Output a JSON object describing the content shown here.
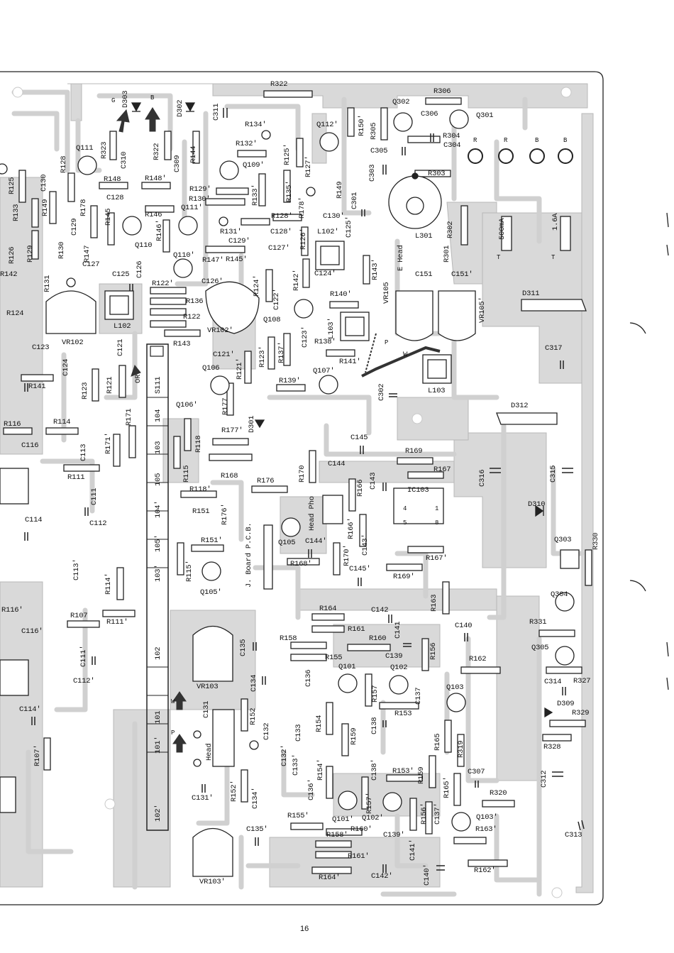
{
  "page": {
    "number": "16"
  },
  "colors": {
    "copper": "#d6d6d6",
    "trace_edge": "#b5b5b5",
    "ink": "#111111",
    "paper": "#ffffff"
  },
  "labels": {
    "R322": "R322",
    "R306": "R306",
    "Q302": "Q302",
    "C306": "C306",
    "Q301": "Q301",
    "R304": "R304",
    "C304": "C304",
    "R305": "R305",
    "R150p": "R150'",
    "C305": "C305",
    "R303": "R303",
    "C303": "C303",
    "D303": "D303",
    "D302": "D302",
    "G": "G",
    "B": "B",
    "C311": "C311",
    "R134p": "R134'",
    "Q112p": "Q112'",
    "R323": "R323",
    "Q111": "Q111",
    "C310": "C310",
    "R322b": "R322",
    "C309": "C309",
    "R144": "R144",
    "R132p": "R132'",
    "Q109p": "Q109'",
    "R125p": "R125'",
    "R127p": "R127'",
    "R128": "R128",
    "R148": "R148",
    "R148p": "R148'",
    "C128": "C128",
    "R129p": "R129'",
    "R130p": "R130'",
    "R133p": "R133'",
    "R135p": "R135'",
    "R149": "R149",
    "R146": "R146",
    "R146p": "R146'",
    "Q111p": "Q111'",
    "R128p": "R128'",
    "R178p": "R178'",
    "C130p": "C130'",
    "C301": "C301",
    "R131p": "R131'",
    "C129p": "C129'",
    "C128p": "C128'",
    "R126p": "R126'",
    "L102p": "L102'",
    "C125p": "C125'",
    "L301": "L301",
    "R302": "R302",
    "R301": "R301",
    "E_Head": "E Head",
    "I500mA": "500mA",
    "I16A": "1.6A",
    "T1": "T",
    "T2": "T",
    "R_1": "R",
    "R_2": "R",
    "B_1": "B",
    "B_2": "B",
    "R125": "R125",
    "C130": "C130",
    "R133": "R133",
    "R149b": "R149",
    "R178": "R178",
    "C129": "C129",
    "R145": "R145",
    "Q110": "Q110",
    "R126": "R126",
    "R129": "R129",
    "R147": "R147",
    "C127": "C127",
    "R130": "R130",
    "C126": "C126",
    "C125": "C125",
    "Q110p": "Q110'",
    "R147p": "R147'",
    "R145p": "R145'",
    "C127p": "C127'",
    "R142p": "R142'",
    "C124p": "C124'",
    "R143p": "R143'",
    "R142": "R142",
    "R131": "R131",
    "C126p": "C126'",
    "R124p": "R124'",
    "C151": "C151",
    "C151p": "C151'",
    "VR105": "VR105",
    "VR105p": "VR105'",
    "R122p": "R122'",
    "R136": "R136",
    "R122": "R122",
    "R140p": "R140'",
    "C122p": "C122'",
    "D311": "D311",
    "R124": "R124",
    "VR102": "VR102",
    "L102": "L102",
    "VR102p": "VR102'",
    "Q108": "Q108",
    "C123p": "C123'",
    "L103p": "L103'",
    "R143": "R143",
    "R138p": "R138'",
    "P": "P",
    "W": "W",
    "C317": "C317",
    "C123": "C123",
    "C121": "C121",
    "C121p": "C121'",
    "R123p": "R123'",
    "R137p": "R137'",
    "R121p": "R121'",
    "C124": "C124",
    "Q106": "Q106",
    "Q107p": "Q107'",
    "R141p": "R141'",
    "R141": "R141",
    "R123": "R123",
    "R121": "R121",
    "OR": "OR",
    "S111": "S111",
    "R139p": "R139'",
    "C302": "C302",
    "L103": "L103",
    "Q106p": "Q106'",
    "R177": "R177",
    "D301": "D301",
    "D312": "D312",
    "R116": "R116",
    "R114": "R114",
    "R171": "R171",
    "R171p": "R171'",
    "n104": "104",
    "R118": "R118",
    "R177p": "R177'",
    "C145": "C145",
    "C116": "C116",
    "C113": "C113",
    "n103": "103",
    "R169": "R169",
    "R168": "R168",
    "R170": "R170",
    "C144": "C144",
    "R167": "R167",
    "C316": "C316",
    "C315": "C315",
    "R111": "R111",
    "R115": "R115",
    "n105": "105",
    "R176": "R176",
    "Head_Pho": "Head Pho",
    "R166": "R166",
    "C143": "C143",
    "IC103": "IC103",
    "C111": "C111",
    "R118p": "R118'",
    "n104p": "104'",
    "R151": "R151",
    "R176p": "R176'",
    "D310": "D310",
    "C112": "C112",
    "C114": "C114",
    "R166p": "R166'",
    "n4": "4",
    "n1": "1",
    "n5": "5",
    "n8": "8",
    "R330": "R330",
    "R151p": "R151'",
    "n105p": "105'",
    "Q105": "Q105",
    "C144p": "C144'",
    "C143p": "C143'",
    "R170p": "R170'",
    "R167p": "R167'",
    "Q303": "Q303",
    "JBoard": "J. Board  P.C.B.",
    "R168p": "R168'",
    "C113p": "C113'",
    "R114p": "R114'",
    "R115p": "R115'",
    "n103p": "103'",
    "C145p": "C145'",
    "R169p": "R169'",
    "Q105p": "Q105'",
    "R163": "R163",
    "Q304": "Q304",
    "R116p": "R116'",
    "R164": "R164",
    "C142": "C142",
    "R107": "R107",
    "R111p": "R111'",
    "R161": "R161",
    "C141": "C141",
    "C140": "C140",
    "R331": "R331",
    "C116p": "C116'",
    "C135": "C135",
    "R158": "R158",
    "R160": "R160",
    "Q305": "Q305",
    "C111p": "C111'",
    "n102": "102",
    "R156": "R156",
    "R155": "R155",
    "C139": "C139",
    "R162": "R162",
    "Q101": "Q101",
    "Q102": "Q102",
    "C136": "C136",
    "C314": "C314",
    "R327": "R327",
    "VR103": "VR103",
    "C134": "C134",
    "R157": "R157",
    "C112p": "C112'",
    "C137": "C137",
    "Q103": "Q103",
    "D309": "D309",
    "W2": "W",
    "C131": "C131",
    "R152": "R152",
    "R154": "R154",
    "C138": "C138",
    "R153": "R153",
    "R329": "R329",
    "C114p": "C114'",
    "n101": "101",
    "C132": "C132",
    "C133": "C133",
    "R159": "R159",
    "R165": "R165",
    "R319": "R319",
    "R328": "R328",
    "R107p": "R107'",
    "P2": "P",
    "n101p": "101'",
    "Head": "Head",
    "C132p": "C132'",
    "C133p": "C133'",
    "C138p": "C138'",
    "R153p": "R153'",
    "R159b": "R159",
    "C307": "C307",
    "R154p": "R154'",
    "R165p": "R165'",
    "C312": "C312",
    "C136p": "C136'",
    "R157p": "R157'",
    "R320": "R320",
    "C131p": "C131'",
    "R152p": "R152'",
    "C134p": "C134'",
    "Q101p": "Q101'",
    "Q102p": "Q102'",
    "R156p": "R156'",
    "C137p": "C137'",
    "Q103p": "Q103'",
    "n102p": "102'",
    "R155p": "R155'",
    "R163p": "R163'",
    "C313": "C313",
    "C135p": "C135'",
    "R158p": "R158'",
    "R160p": "R160'",
    "C139p": "C139'",
    "C141p": "C141'",
    "R161p": "R161'",
    "C140p": "C140'",
    "R162p": "R162'",
    "VR103p": "VR103'",
    "R164p": "R164'",
    "C142p": "C142'"
  }
}
